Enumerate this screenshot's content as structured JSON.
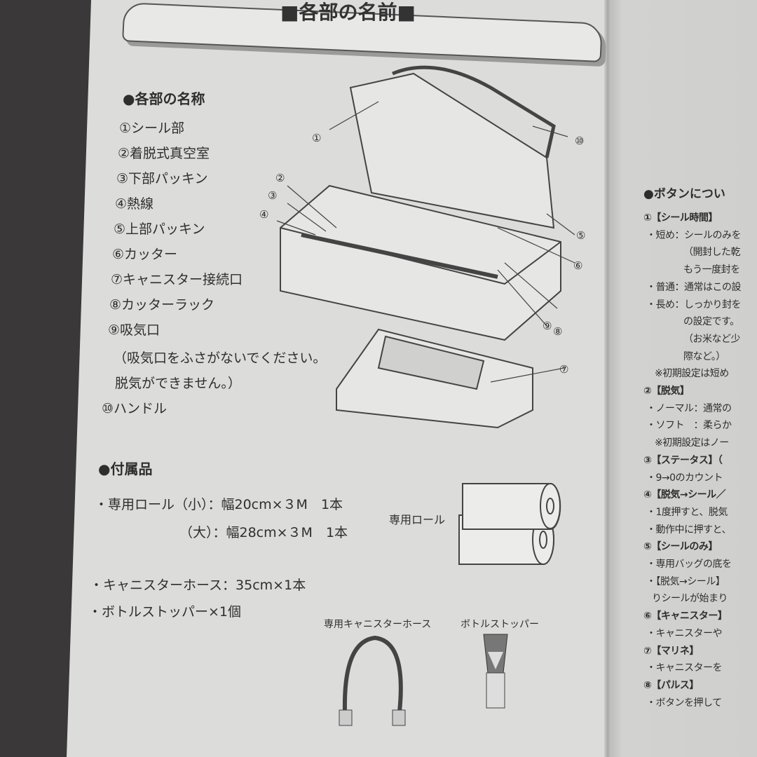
{
  "page_title": "■各部の名前■",
  "parts": {
    "heading": "●各部の名称",
    "items": [
      "①シール部",
      "②着脱式真空室",
      "③下部パッキン",
      "④熱線",
      "⑤上部パッキン",
      "⑥カッター",
      "⑦キャニスター接続口",
      "⑧カッターラック",
      "⑨吸気口",
      "（吸気口をふさがないでください。",
      "脱気ができません。）",
      "⑩ハンドル"
    ],
    "callouts": [
      "①",
      "②",
      "③",
      "④",
      "⑤",
      "⑥",
      "⑦",
      "⑧",
      "⑨",
      "⑩"
    ]
  },
  "accessories": {
    "heading": "●付属品",
    "items": [
      "・専用ロール（小）：幅20cm×３M　1本",
      "（大）：幅28cm×３M　1本",
      "・キャニスターホース：35cm×1本",
      "・ボトルストッパー×1個"
    ],
    "roll_label": "専用ロール",
    "hose_label": "専用キャニスターホース",
    "stopper_label": "ボトルストッパー"
  },
  "buttons_section": {
    "heading": "●ボタンについ",
    "lines": [
      "①【シール時間】",
      "・短め：シールのみを",
      "（開封した乾",
      "もう一度封を",
      "・普通：通常はこの設",
      "・長め：しっかり封を",
      "の設定です。",
      "（お米など少",
      "際など。）",
      "※初期設定は短め",
      "②【脱気】",
      "・ノーマル：通常の",
      "・ソフト　：柔らか",
      "※初期設定はノー",
      "③【ステータス】（",
      "・9→0のカウント",
      "④【脱気→シール／",
      "・1度押すと、脱気",
      "・動作中に押すと、",
      "⑤【シールのみ】",
      "・専用バッグの底を",
      "・【脱気→シール】",
      "りシールが始まり",
      "⑥【キャニスター】",
      "・キャニスターや",
      "⑦【マリネ】",
      "・キャニスターを",
      "⑧【パルス】",
      "・ボタンを押して"
    ]
  }
}
